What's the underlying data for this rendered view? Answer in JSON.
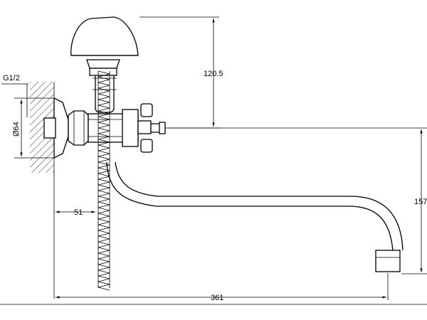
{
  "dimensions": {
    "thread": "G1/2",
    "diameter": "Ø64",
    "height_top": "120.5",
    "offset_wall": "51",
    "length_total": "361",
    "height_spout": "157"
  }
}
